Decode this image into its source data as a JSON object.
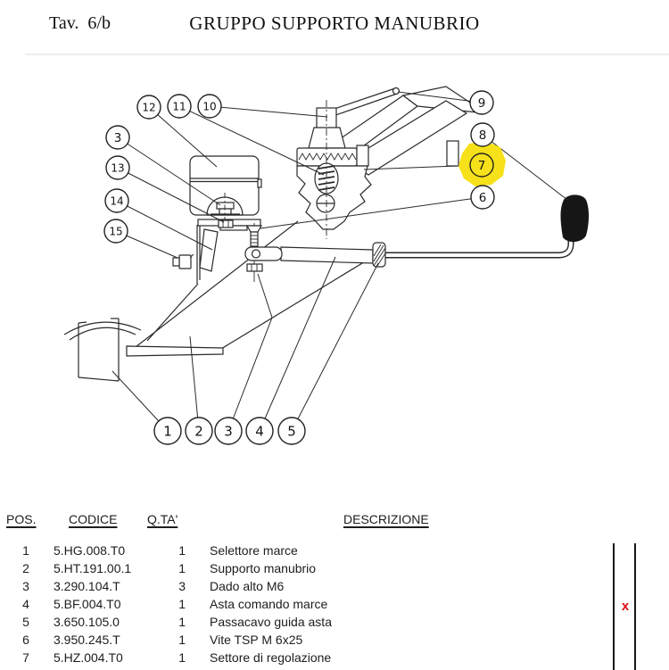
{
  "page": {
    "tav_label": "Tav.  6/b",
    "title": "GRUPPO SUPPORTO MANUBRIO"
  },
  "diagram": {
    "callouts": [
      "12",
      "11",
      "10",
      "9",
      "8",
      "7",
      "6",
      "3",
      "13",
      "14",
      "15",
      "1",
      "2",
      "3",
      "4",
      "5"
    ],
    "highlighted_callout": "7",
    "highlight_color": "#f6e11a"
  },
  "table": {
    "headers": {
      "pos": "POS.",
      "codice": "CODICE",
      "qta": "Q.TA'",
      "descrizione": "DESCRIZIONE"
    },
    "rows": [
      {
        "pos": "1",
        "codice": "5.HG.008.T0",
        "qta": "1",
        "descrizione": "Selettore marce"
      },
      {
        "pos": "2",
        "codice": "5.HT.191.00.1",
        "qta": "1",
        "descrizione": "Supporto manubrio"
      },
      {
        "pos": "3",
        "codice": "3.290.104.T",
        "qta": "3",
        "descrizione": "Dado alto M6"
      },
      {
        "pos": "4",
        "codice": "5.BF.004.T0",
        "qta": "1",
        "descrizione": "Asta comando marce"
      },
      {
        "pos": "5",
        "codice": "3.650.105.0",
        "qta": "1",
        "descrizione": "Passacavo guida asta"
      },
      {
        "pos": "6",
        "codice": "3.950.245.T",
        "qta": "1",
        "descrizione": "Vite TSP M 6x25"
      },
      {
        "pos": "7",
        "codice": "5.HZ.004.T0",
        "qta": "1",
        "descrizione": "Settore di regolazione"
      }
    ],
    "row_mark": {
      "row": "4",
      "symbol": "x",
      "color": "#dd0e0e"
    }
  }
}
